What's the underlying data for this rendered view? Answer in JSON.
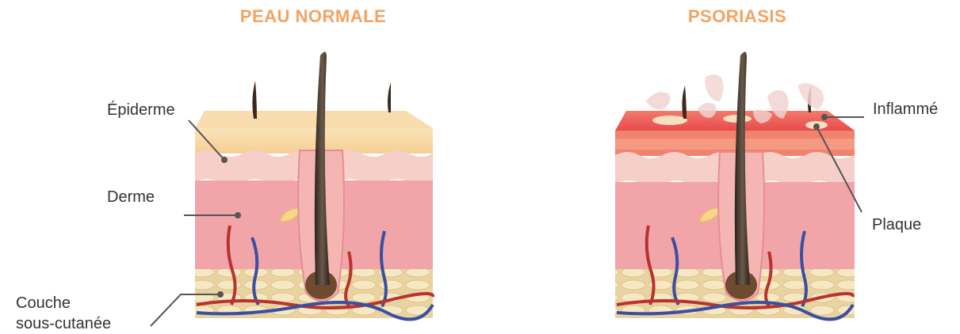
{
  "titles": {
    "normal": "PEAU NORMALE",
    "psoriasis": "PSORIASIS"
  },
  "labels": {
    "epiderme": "Épiderme",
    "derme": "Derme",
    "couche_line1": "Couche",
    "couche_line2": "sous-cutanée",
    "inflamme": "Inflammé",
    "plaque": "Plaque"
  },
  "colors": {
    "title": "#f4a261",
    "epidermis": "#f7d9a8",
    "dermis": "#f2a3a6",
    "fat": "#f3e2b5",
    "inflamed": "#e8424d",
    "hair": "#4a3a2a"
  }
}
